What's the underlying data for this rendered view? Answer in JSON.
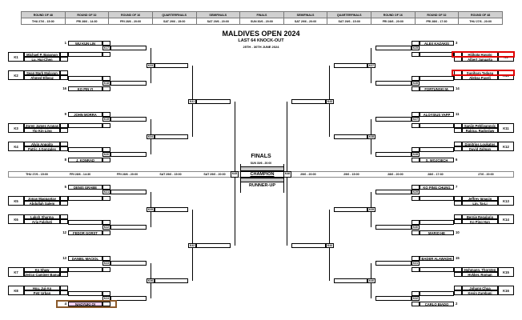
{
  "header": {
    "rounds": [
      "ROUND OF 48",
      "ROUND OF 32",
      "ROUND OF 16",
      "QUARTERFINALS",
      "SEMIFINALS",
      "FINALS",
      "SEMIFINALS",
      "QUARTERFINALS",
      "ROUND OF 16",
      "ROUND OF 32",
      "ROUND OF 48"
    ],
    "times": [
      "THU 27/6 - 15:00",
      "FRI 28/6 - 14:30",
      "FRI 28/6 - 20:00",
      "SAT 29/6 - 15:00",
      "SAT 29/6 - 20:00",
      "SUN 30/6 - 20:00",
      "SAT 29/6 - 20:00",
      "SAT 29/6 - 15:00",
      "FRI 28/6 - 20:00",
      "FRI 28/6 - 17:30",
      "THU 27/6 - 20:00"
    ]
  },
  "title": {
    "main": "MALDIVES OPEN 2024",
    "sub": "LAST 64 KNOCK-OUT",
    "dates": "25TH - 30TH JUNE 2024"
  },
  "finals": {
    "label": "FINALS",
    "time": "SUN 30/6 - 20:00",
    "champion": "CHAMPION",
    "runner_up": "RUNNER-UP",
    "left_label": "K45",
    "right_label": "K46"
  },
  "datebar": {
    "left": [
      "THU 27/6 - 15:00",
      "FRI 28/6 - 14:30",
      "FRI 28/6 - 20:00",
      "SAT 29/6 - 15:00",
      "SAT 29/6 - 20:00"
    ],
    "right": [
      "29/6 - 20:00",
      "29/6 - 15:00",
      "28/6 - 20:00",
      "28/6 - 17:30",
      "27/6 - 20:00"
    ]
  },
  "highlight_colors": {
    "red": "#e00000",
    "brown": "#8b5a2b",
    "pink": "#f6d2f2"
  },
  "sides": {
    "L": {
      "qf_labels": [
        "K41",
        "K42"
      ],
      "quarters": [
        {
          "seed_top": {
            "seed": "1",
            "name": "WU KUN LIN"
          },
          "top_match": {
            "r48_label": "K1",
            "players": [
              "Michael P. Baoanan",
              "Lu, Hui-Chen"
            ],
            "r32_label": "K17"
          },
          "bottom_match": {
            "r48_label": "K2",
            "players": [
              "Sean Mark Malayan",
              "Ahmed Elbeaz"
            ],
            "r32_label": "K18"
          },
          "seed_bottom": {
            "seed": "16",
            "name": "KO PIN YI"
          },
          "r16_label": "K33"
        },
        {
          "seed_top": {
            "seed": "9",
            "name": "JOHN MORRA"
          },
          "top_match": {
            "r48_label": "K3",
            "players": [
              "Zoren James Aranas",
              "Yip Kin Ling"
            ],
            "r32_label": "K19"
          },
          "bottom_match": {
            "r48_label": "K4",
            "players": [
              "Alvin Anggito",
              "Patric J.Gonzales"
            ],
            "r32_label": "K20"
          },
          "seed_bottom": {
            "seed": "8",
            "name": "J. KONRAD"
          },
          "r16_label": "K34"
        },
        {
          "seed_top": {
            "seed": "5",
            "name": "DENIS GRABE"
          },
          "top_match": {
            "r48_label": "K5",
            "players": [
              "Jonas Magpantay",
              "Abdullah Salem"
            ],
            "r32_label": "K21"
          },
          "bottom_match": {
            "r48_label": "K6",
            "players": [
              "Laksh Sharma",
              "Aria Falahati"
            ],
            "r32_label": "K22"
          },
          "seed_bottom": {
            "seed": "12",
            "name": "FEDOR GORST"
          },
          "r16_label": "K35"
        },
        {
          "seed_top": {
            "seed": "13",
            "name": "DANIEL MACIOL"
          },
          "top_match": {
            "r48_label": "K7",
            "players": [
              "Ko Shaw",
              "Jerico Caminer Banua"
            ],
            "r32_label": "K23"
          },
          "bottom_match": {
            "r48_label": "K8",
            "players": [
              "Hsu, Jui-An",
              "Petr Urban"
            ],
            "r32_label": "K24"
          },
          "seed_bottom": {
            "seed": "4",
            "name": "NAOYUKI OI"
          },
          "r16_label": "K36"
        }
      ]
    },
    "R": {
      "qf_labels": [
        "K43",
        "K44"
      ],
      "quarters": [
        {
          "seed_top": {
            "seed": "3",
            "name": "ALEX KAZAKIS"
          },
          "top_match": {
            "r48_label": "K9",
            "players": [
              "Hijikata Hayato",
              "Albert Januarta"
            ],
            "r32_label": "K25"
          },
          "bottom_match": {
            "r48_label": "K10",
            "players": [
              "Sugihara Tadasu",
              "Aleksa Pavelj"
            ],
            "r32_label": "K26"
          },
          "seed_bottom": {
            "seed": "14",
            "name": "FORTUNSKI M."
          },
          "r16_label": "K37"
        },
        {
          "seed_top": {
            "seed": "11",
            "name": "ALOYSIUS YAPP"
          },
          "top_match": {
            "r48_label": "K11",
            "players": [
              "Sanjin Pehlivanovic",
              "Rabica, Radoslaw"
            ],
            "r32_label": "K27"
          },
          "bottom_match": {
            "r48_label": "K12",
            "players": [
              "Dimitrios Loukatos",
              "David Zalman"
            ],
            "r32_label": "K28"
          },
          "seed_bottom": {
            "seed": "6",
            "name": "S. WOJCIECH"
          },
          "r16_label": "K38"
        },
        {
          "seed_top": {
            "seed": "7",
            "name": "KO PING CHUNG"
          },
          "top_match": {
            "r48_label": "K13",
            "players": [
              "Jeffrey Ignacio",
              "Lin, Ta-Li"
            ],
            "r32_label": "K29"
          },
          "bottom_match": {
            "r48_label": "K14",
            "players": [
              "Bernie Regalario",
              "Ko Ping Han"
            ],
            "r32_label": "K30"
          },
          "seed_bottom": {
            "seed": "10",
            "name": "MARIO HE"
          },
          "r16_label": "K39"
        },
        {
          "seed_top": {
            "seed": "15",
            "name": "BADER ALAWADHI"
          },
          "top_match": {
            "r48_label": "K15",
            "players": [
              "Hohmann, Thorsten",
              "Hykker, Roman"
            ],
            "r32_label": "K31"
          },
          "bottom_match": {
            "r48_label": "K16",
            "players": [
              "Johann Chua",
              "Kevin Zarebani"
            ],
            "r32_label": "K32"
          },
          "seed_bottom": {
            "seed": "2",
            "name": "CARLO BIADO"
          },
          "r16_label": "K40"
        }
      ]
    }
  }
}
